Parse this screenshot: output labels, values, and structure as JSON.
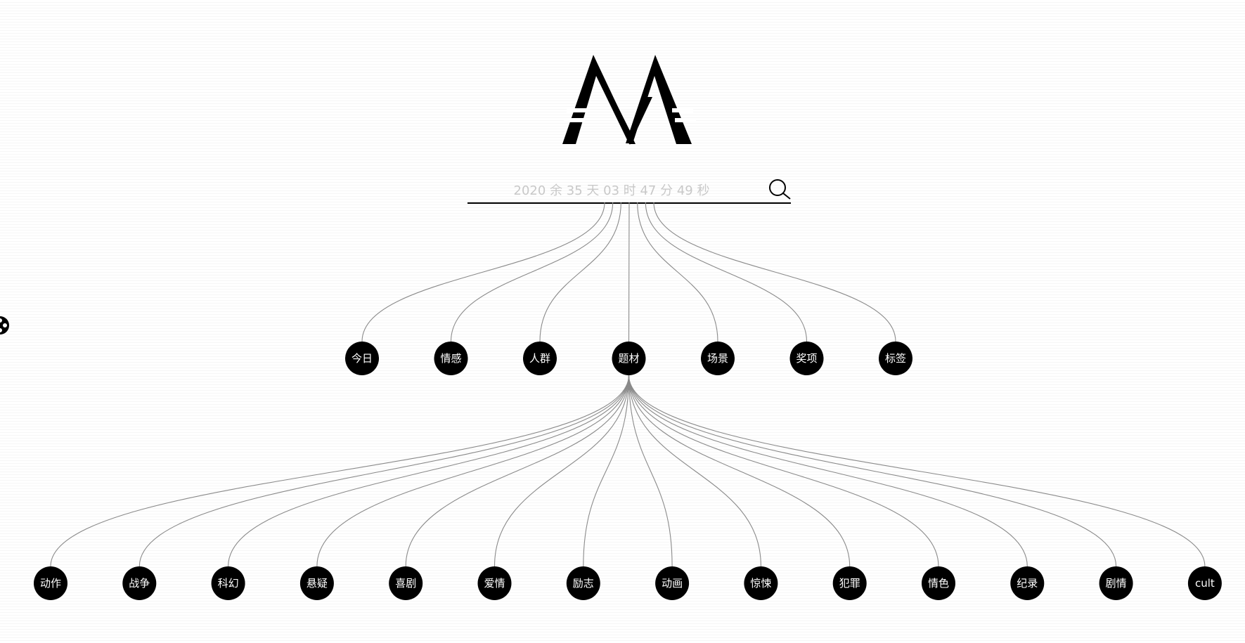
{
  "search": {
    "placeholder": "2020 余 35 天 03 时 47 分 49 秒"
  },
  "categories": [
    {
      "label": "今日"
    },
    {
      "label": "情感"
    },
    {
      "label": "人群"
    },
    {
      "label": "题材",
      "expanded": true
    },
    {
      "label": "场景"
    },
    {
      "label": "奖项"
    },
    {
      "label": "标签"
    }
  ],
  "genres": [
    {
      "label": "动作"
    },
    {
      "label": "战争"
    },
    {
      "label": "科幻"
    },
    {
      "label": "悬疑"
    },
    {
      "label": "喜剧"
    },
    {
      "label": "爱情"
    },
    {
      "label": "励志"
    },
    {
      "label": "动画"
    },
    {
      "label": "惊悚"
    },
    {
      "label": "犯罪"
    },
    {
      "label": "情色"
    },
    {
      "label": "纪录"
    },
    {
      "label": "剧情"
    },
    {
      "label": "cult"
    }
  ],
  "colors": {
    "node": "#000000",
    "link": "#8a8a8a",
    "placeholder": "#c8c8c8"
  },
  "icons": {
    "logo": "mountain-m-logo",
    "search": "search-icon",
    "side": "toggle-handle-icon"
  }
}
